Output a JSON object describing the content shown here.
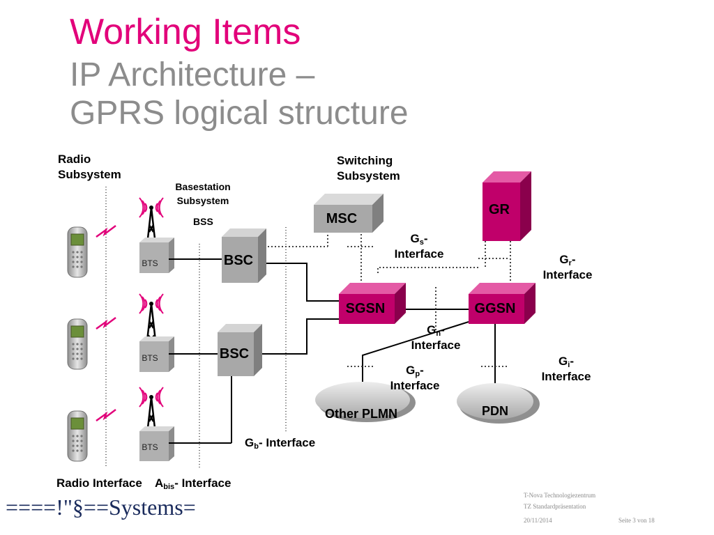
{
  "title": {
    "line1": "Working Items",
    "line2": "IP Architecture –",
    "line3": "GPRS logical structure"
  },
  "colors": {
    "accent": "#e2007a",
    "title_gray": "#8c8c8c",
    "node_magenta": "#c0006a",
    "node_gray": "#a0a0a0",
    "brand_blue": "#1a2b5c"
  },
  "subsystems": {
    "radio_line1": "Radio",
    "radio_line2": "Subsystem",
    "bss_line1": "Basestation",
    "bss_line2": "Subsystem",
    "bss_abbr": "BSS",
    "switching_line1": "Switching",
    "switching_line2": "Subsystem"
  },
  "nodes": {
    "bts": "BTS",
    "bsc": "BSC",
    "msc": "MSC",
    "gr": "GR",
    "sgsn": "SGSN",
    "ggsn": "GGSN",
    "other_plmn": "Other PLMN",
    "pdn": "PDN"
  },
  "interfaces": {
    "gs_letter": "G",
    "gs_sub": "s",
    "gs_suffix": "-",
    "gs_word": "Interface",
    "gr_letter": "G",
    "gr_sub": "r",
    "gr_suffix": "-",
    "gr_word": "Interface",
    "gn_letter": "G",
    "gn_sub": "n",
    "gn_suffix": "-",
    "gn_word": "Interface",
    "gp_letter": "G",
    "gp_sub": "p",
    "gp_suffix": "-",
    "gp_word": "Interface",
    "gi_letter": "G",
    "gi_sub": "i",
    "gi_suffix": "-",
    "gi_word": "Interface",
    "gb_letter": "G",
    "gb_sub": "b",
    "gb_suffix": "- Interface",
    "radio_interface": "Radio Interface",
    "abis_letter": "A",
    "abis_sub": "bis",
    "abis_suffix": "- Interface"
  },
  "footer": {
    "brand": "====!\"§==Systems=",
    "org": "T-Nova Technologiezentrum",
    "dept": "TZ Standardpräsentation",
    "date": "20/11/2014",
    "page": "Seite 3 von 18"
  }
}
